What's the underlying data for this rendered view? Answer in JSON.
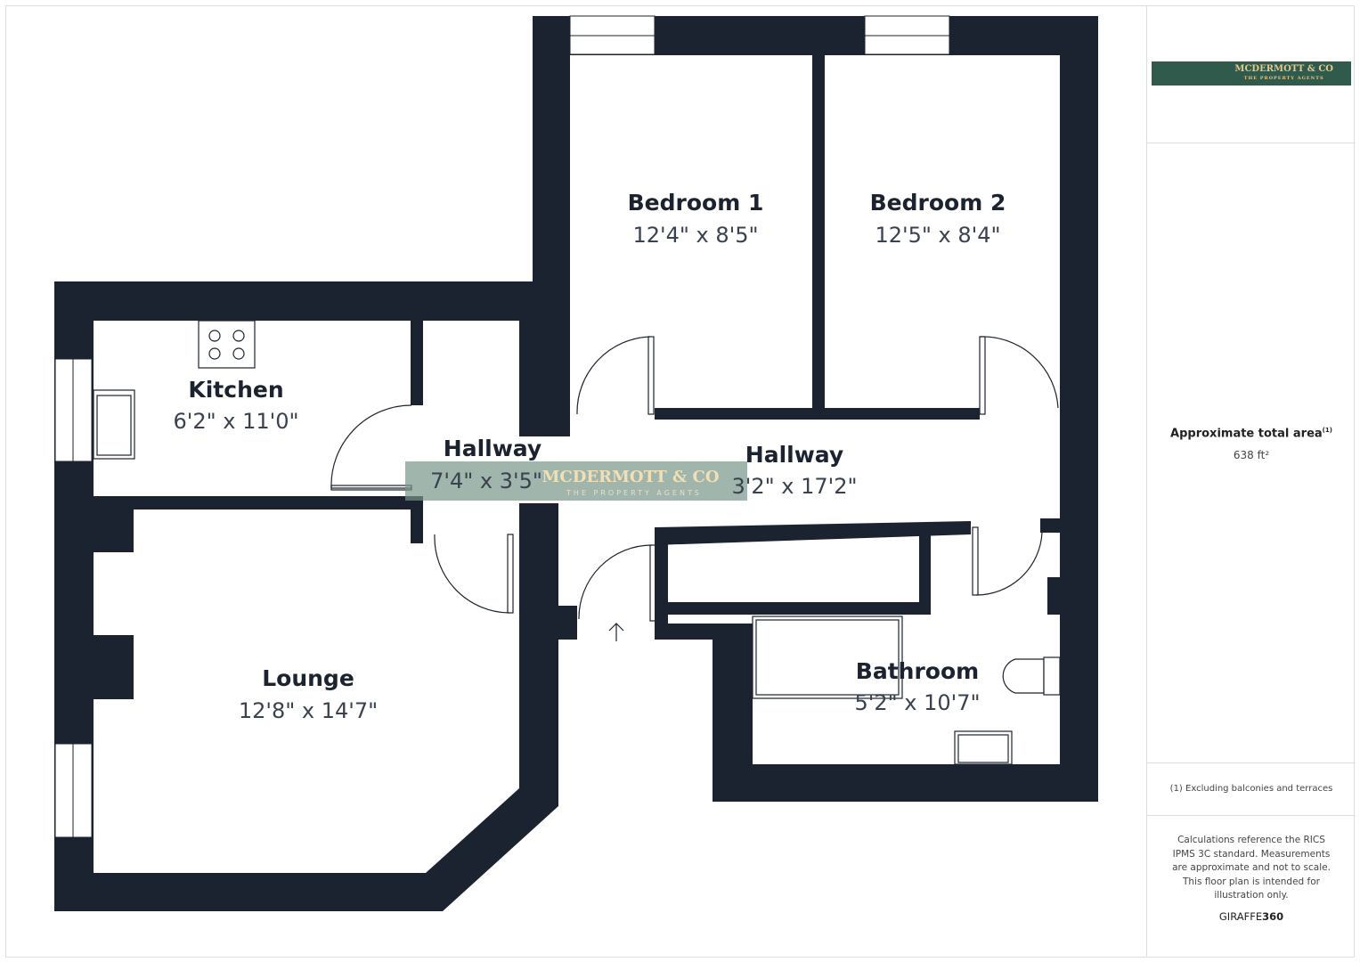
{
  "brand": {
    "name": "MCDERMOTT & CO",
    "tagline": "THE PROPERTY AGENTS"
  },
  "rooms": [
    {
      "name": "Bedroom 1",
      "dims": "12'4\" x 8'5\""
    },
    {
      "name": "Bedroom 2",
      "dims": "12'5\" x 8'4\""
    },
    {
      "name": "Kitchen",
      "dims": "6'2\" x 11'0\""
    },
    {
      "name": "Hallway",
      "dims": "7'4\" x 3'5\""
    },
    {
      "name": "Hallway",
      "dims": "3'2\" x 17'2\""
    },
    {
      "name": "Lounge",
      "dims": "12'8\" x 14'7\""
    },
    {
      "name": "Bathroom",
      "dims": "5'2\" x 10'7\""
    }
  ],
  "sidebar": {
    "area_label": "Approximate total area",
    "area_note_marker": "(1)",
    "area_value": "638 ft²",
    "footnote": "(1) Excluding balconies and terraces",
    "disclaimer": "Calculations reference the RICS IPMS 3C standard. Measurements are approximate and not to scale. This floor plan is intended for illustration only.",
    "credit_a": "GIRAFFE",
    "credit_b": "360"
  },
  "colors": {
    "wall": "#1b2330",
    "brand_bg": "#2f5a4c",
    "brand_text": "#e6c98a"
  }
}
